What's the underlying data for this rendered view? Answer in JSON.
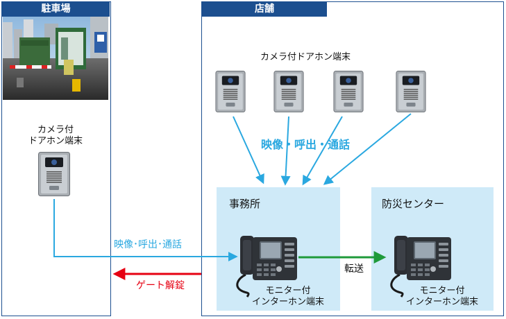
{
  "parking": {
    "title": "駐車場",
    "door_label_line1": "カメラ付",
    "door_label_line2": "ドアホン端末"
  },
  "store": {
    "title": "店舗",
    "door_label": "カメラ付ドアホン端末"
  },
  "office": {
    "title": "事務所",
    "monitor_label_line1": "モニター付",
    "monitor_label_line2": "インターホン端末"
  },
  "center": {
    "title": "防災センター",
    "monitor_label_line1": "モニター付",
    "monitor_label_line2": "インターホン端末"
  },
  "links": {
    "store_to_office": "映像・呼出・通話",
    "parking_to_office": "映像･呼出･通話",
    "office_to_center": "転送",
    "gate_release": "ゲート解錠"
  },
  "colors": {
    "frame": "#1c4f8f",
    "blue_arrow": "#2aa8e0",
    "green_arrow": "#1f9a3a",
    "red_arrow": "#e60012",
    "zone": "#cfeaf8"
  },
  "icons": [
    "parking-gate-photo",
    "door-intercom-icon",
    "monitor-intercom-icon"
  ]
}
